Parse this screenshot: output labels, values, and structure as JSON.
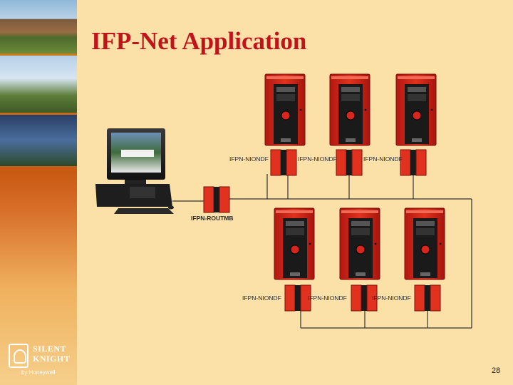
{
  "title": "IFP-Net Application",
  "page_number": "28",
  "logo": {
    "line1": "SILENT",
    "line2": "KNIGHT",
    "line3": "by Honeywell"
  },
  "diagram": {
    "router_label": "IFPN-ROUTMB",
    "top_node_labels": [
      "IFPN-NIONDF",
      "IFPN-NIONDF",
      "IFPN-NIONDF"
    ],
    "bottom_node_labels": [
      "IFPN-NIONDF",
      "IFPN-NIONDF",
      "IFPN-NIONDF"
    ],
    "colors": {
      "panel": "#d8261c",
      "panel_dark": "#1a1a1a",
      "wire": "#333333",
      "title": "#c0141a"
    }
  }
}
